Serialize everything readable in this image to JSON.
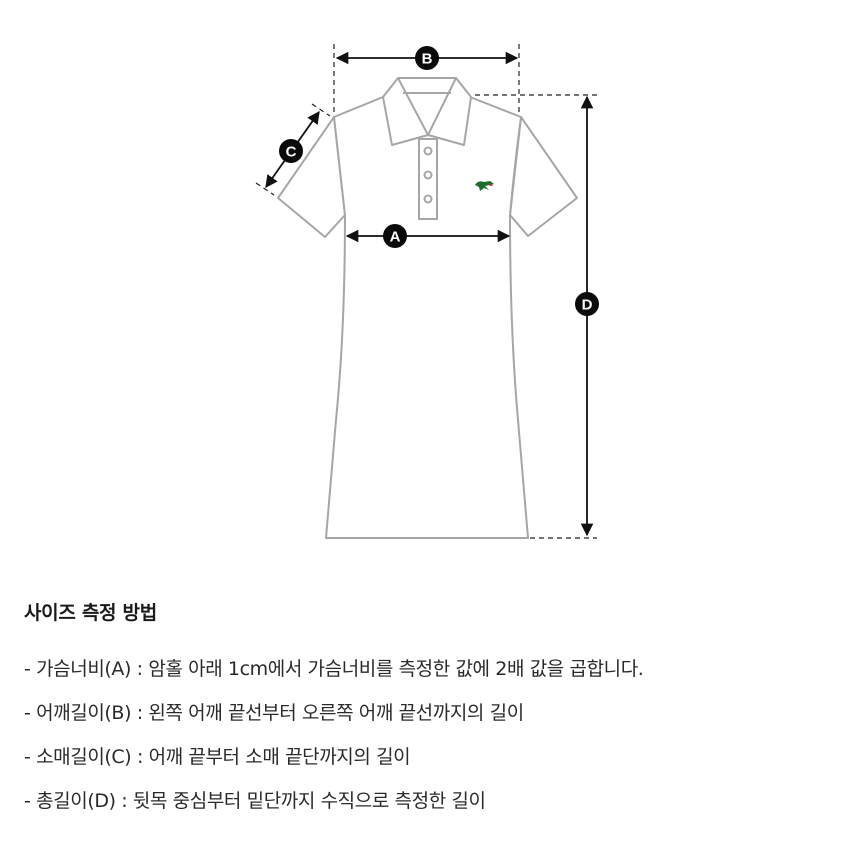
{
  "diagram": {
    "garment": "polo-shirt-dress",
    "logo": "crocodile-logo",
    "markers": [
      {
        "id": "A",
        "label": "A",
        "meaning": "가슴너비"
      },
      {
        "id": "B",
        "label": "B",
        "meaning": "어깨길이"
      },
      {
        "id": "C",
        "label": "C",
        "meaning": "소매길이"
      },
      {
        "id": "D",
        "label": "D",
        "meaning": "총길이"
      }
    ],
    "colors": {
      "outline": "#a6a6a6",
      "arrow": "#111111",
      "marker_bg": "#0a0a0a",
      "marker_text": "#ffffff",
      "logo_green": "#1e6b2e",
      "logo_red": "#c8293a"
    }
  },
  "guide": {
    "title": "사이즈 측정 방법",
    "items": [
      {
        "text": "- 가슴너비(A) : 암홀 아래 1cm에서 가슴너비를 측정한 값에 2배 값을 곱합니다."
      },
      {
        "text": "- 어깨길이(B) : 왼쪽 어깨 끝선부터 오른쪽 어깨 끝선까지의 길이"
      },
      {
        "text": "- 소매길이(C) : 어깨 끝부터 소매 끝단까지의 길이"
      },
      {
        "text": "- 총길이(D) : 뒷목 중심부터 밑단까지 수직으로 측정한 길이"
      }
    ]
  }
}
